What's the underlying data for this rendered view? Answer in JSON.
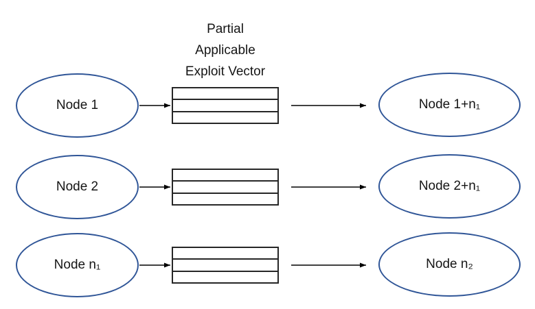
{
  "diagram": {
    "title": {
      "text": "Partial\nApplicable\nExploit Vector"
    },
    "rows": [
      {
        "source": "Node 1",
        "target": "Node 1+n₁"
      },
      {
        "source": "Node 2",
        "target": "Node 2+n₁"
      },
      {
        "source": "Node n₁",
        "target": "Node n₂"
      }
    ],
    "vector_cells_per_box": 3,
    "colors": {
      "ellipse_stroke": "#2f5597",
      "box_stroke": "#262626",
      "arrow": "#000000",
      "text": "#151515",
      "background": "#ffffff"
    }
  }
}
